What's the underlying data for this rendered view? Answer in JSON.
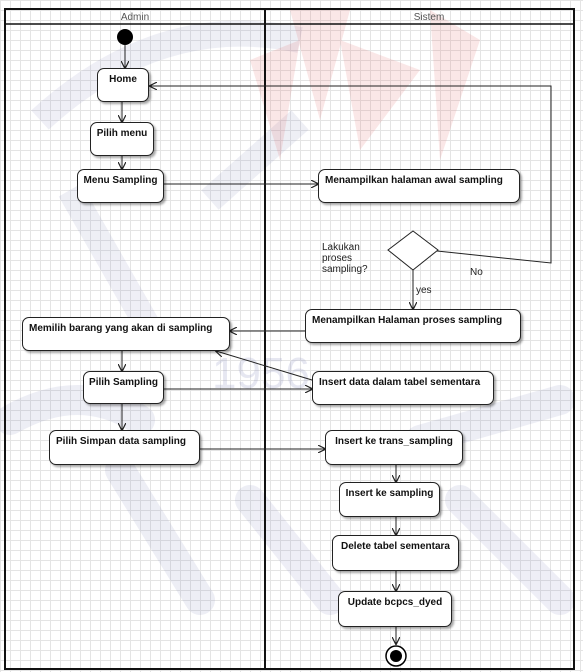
{
  "lanes": {
    "left": "Admin",
    "right": "Sistem"
  },
  "nodes": {
    "home": "Home",
    "pilih_menu": "Pilih menu",
    "menu_sampling": "Menu Sampling",
    "halaman_awal": "Menampilkan halaman awal sampling",
    "halaman_proses": "Menampilkan Halaman proses sampling",
    "memilih_barang": "Memilih barang yang akan di sampling",
    "pilih_sampling": "Pilih Sampling",
    "insert_sementara": "Insert data dalam tabel sementara",
    "pilih_simpan": "Pilih Simpan data sampling",
    "insert_trans": "Insert ke trans_sampling",
    "insert_sampling": "Insert ke sampling",
    "delete_sementara": "Delete tabel sementara",
    "update_bcpcs": "Update bcpcs_dyed"
  },
  "decision": {
    "question": "Lakukan proses sampling?",
    "yes": "yes",
    "no": "No"
  },
  "watermark": "1956",
  "colors": {
    "watermark_red": "#e05a5a",
    "watermark_blue": "#7a7fb6",
    "line": "#222222"
  }
}
